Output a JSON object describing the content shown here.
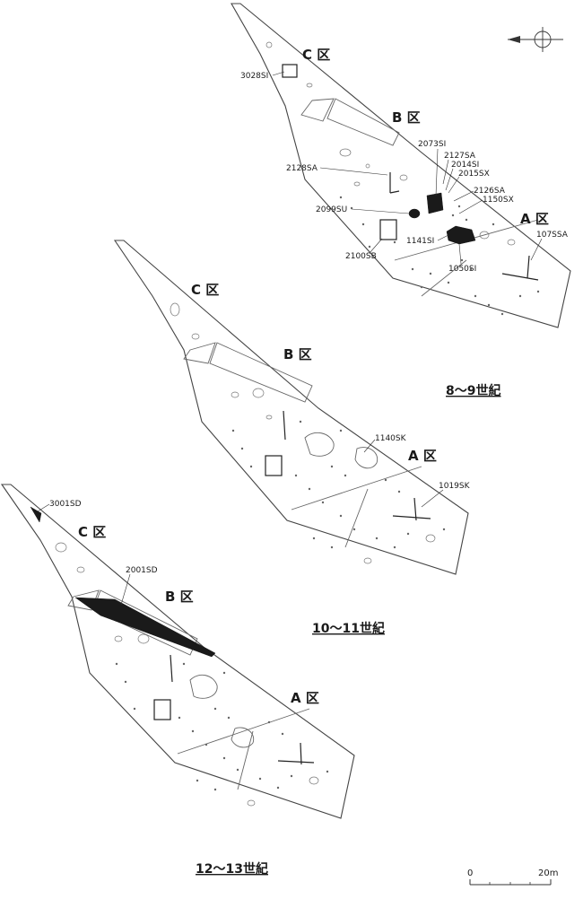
{
  "maps": [
    {
      "period": "8～9世紀",
      "zones": [
        "C 区",
        "B 区",
        "A 区"
      ],
      "features": [
        "3028SI",
        "2073SI",
        "2127SA",
        "2014SI",
        "2015SX",
        "2128SA",
        "2126SA",
        "1150SX",
        "2099SU",
        "1141SI",
        "107SSA",
        "2100SB",
        "1050SI"
      ]
    },
    {
      "period": "10～11世紀",
      "zones": [
        "C 区",
        "B 区",
        "A 区"
      ],
      "features": [
        "1140SK",
        "1019SK"
      ]
    },
    {
      "period": "12～13世紀",
      "zones": [
        "C 区",
        "B 区",
        "A 区"
      ],
      "features": [
        "3001SD",
        "2001SD"
      ]
    }
  ],
  "scale": {
    "start": "0",
    "end": "20m"
  }
}
